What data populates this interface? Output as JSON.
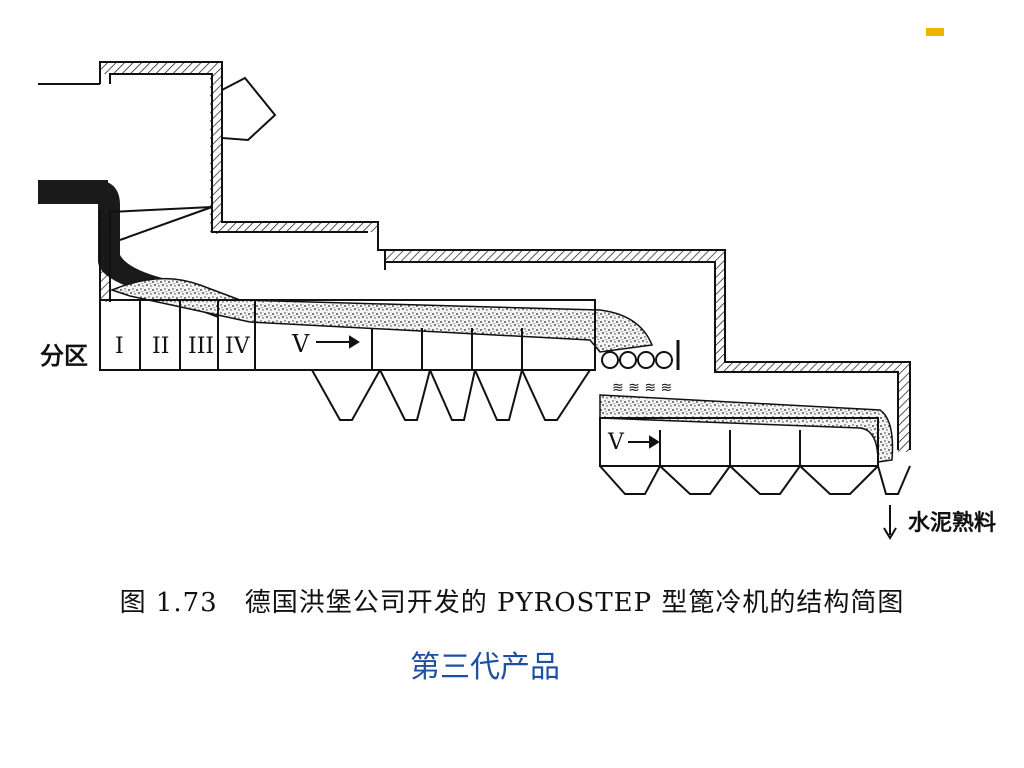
{
  "diagram": {
    "zone_label": "分区",
    "zones": [
      "I",
      "II",
      "III",
      "IV"
    ],
    "flow_label_upper": "V",
    "flow_label_lower": "V",
    "output_label": "水泥熟料"
  },
  "caption": "图 1.73　德国洪堡公司开发的 PYROSTEP 型篦冷机的结构简图",
  "subtitle": "第三代产品",
  "colors": {
    "accent": "#f0b400",
    "subtitle": "#1f4fa3",
    "line": "#111111"
  }
}
